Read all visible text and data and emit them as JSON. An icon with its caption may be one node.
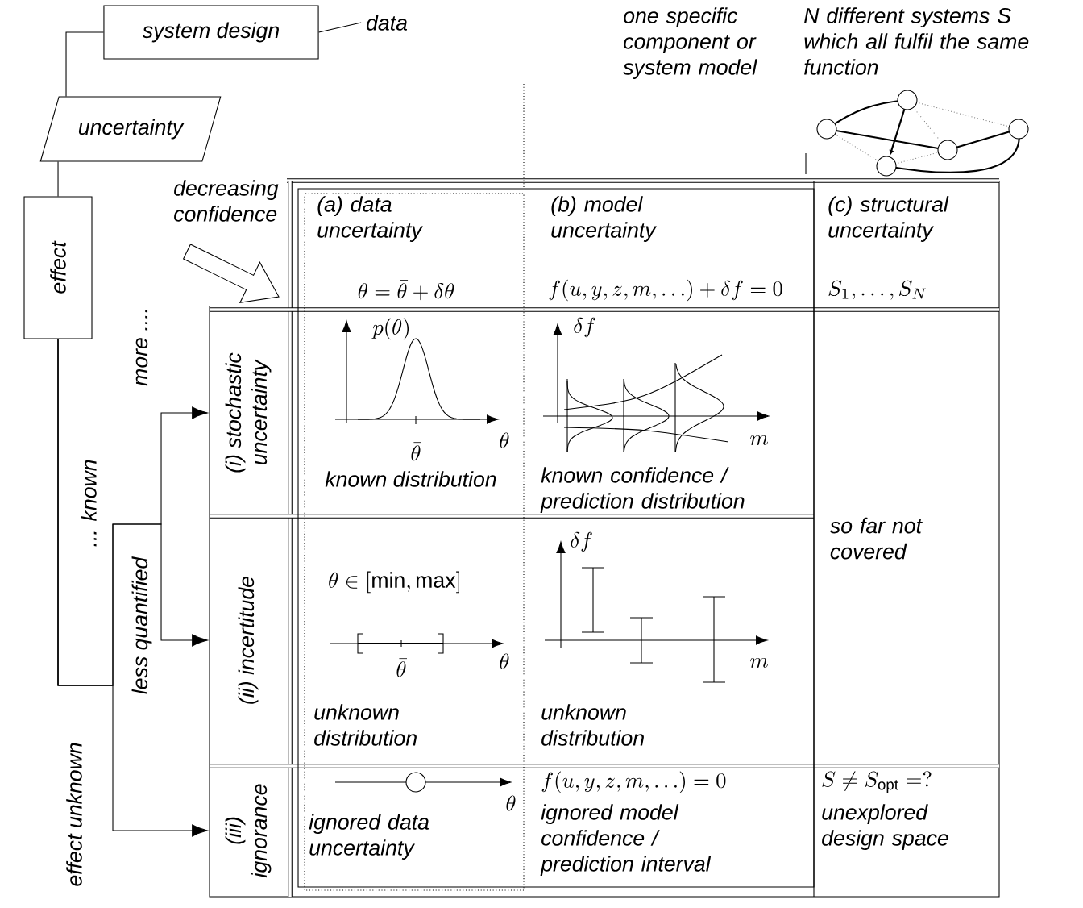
{
  "diagram": {
    "nodes": [
      {
        "text": [
          "system design"
        ]
      },
      {
        "text": [
          "data"
        ]
      },
      {
        "text": [
          "uncertainty"
        ]
      },
      {
        "text": [
          "effect"
        ]
      },
      {
        "text": [
          "(a) data uncertainty",
          "\\theta = \\bar{\\theta} + \\delta\\theta"
        ]
      },
      {
        "text": [
          "(b) model uncertainty",
          "f(u,y,z,m,\\dots) + \\delta f = 0"
        ]
      },
      {
        "text": [
          "(c) structural uncertainty",
          "S_1,\\dots,S_N"
        ]
      },
      {
        "text": [
          "(i) stochastic uncertainty"
        ]
      },
      {
        "text": [
          "p(\\theta)",
          "\\bar{\\theta}",
          "\\theta",
          "known distribution"
        ]
      },
      {
        "text": [
          "\\delta f",
          "m",
          "known confidence / prediction distribution"
        ]
      },
      {
        "text": [
          "so far not covered"
        ]
      },
      {
        "text": [
          "(ii) incertitude"
        ]
      },
      {
        "text": [
          "\\theta \\in [\\min, \\max]",
          "\\bar{\\theta}",
          "\\theta",
          "unknown distribution"
        ]
      },
      {
        "text": [
          "\\delta f",
          "m",
          "unknown distribution"
        ]
      },
      {
        "text": [
          "(iii) ignorance"
        ]
      },
      {
        "text": [
          "\\theta",
          "ignored data uncertainty"
        ]
      },
      {
        "text": [
          "f(u,y,z,m,\\dots) = 0",
          "ignored model confidence / prediction interval"
        ]
      },
      {
        "text": [
          "S \\neq S_{\\mathrm{opt}} = ?",
          "unexplored design space"
        ]
      }
    ],
    "edges": [
      {
        "from": 0,
        "to": 1,
        "arrow": "none"
      },
      {
        "from": 0,
        "to": 2,
        "arrow": "none"
      },
      {
        "from": 2,
        "to": 3,
        "arrow": "none"
      },
      {
        "from": 3,
        "to": 7,
        "arrow": "to",
        "label": "more ...."
      },
      {
        "from": 3,
        "to": 11,
        "arrow": "to",
        "label": "less quantified"
      },
      {
        "from": 3,
        "to": 14,
        "arrow": "to",
        "label": "effect unknown"
      }
    ],
    "labels": [
      "... known",
      "decreasing confidence",
      "one specific component or system model",
      "N different systems S which all fulfil the same function"
    ]
  }
}
